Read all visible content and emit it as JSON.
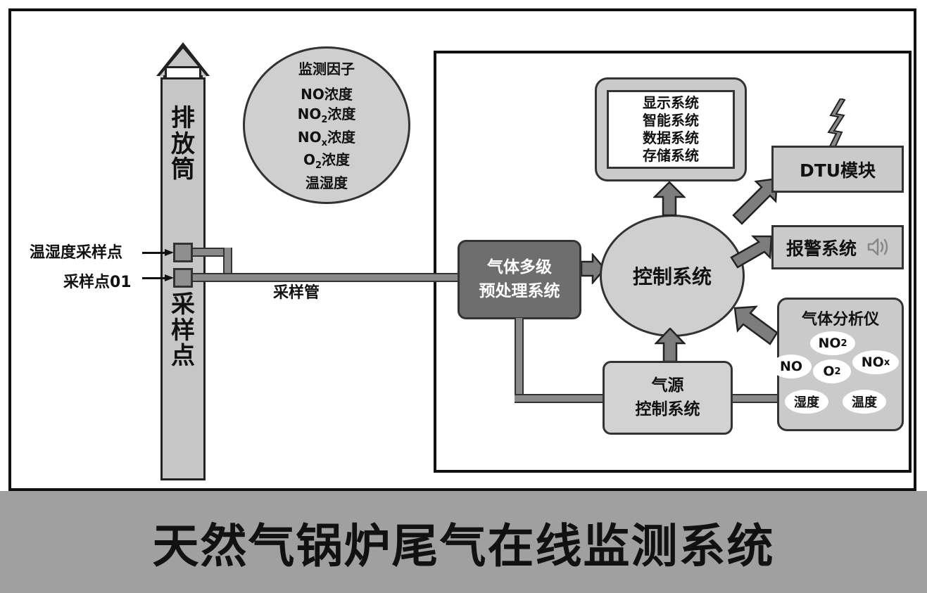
{
  "title": "天然气锅炉尾气在线监测系统",
  "stack": {
    "top_label": "排放筒",
    "bottom_label": "采样点",
    "sampling_labels": {
      "temp_humidity": "温湿度采样点",
      "point01": "采样点01"
    }
  },
  "pipes": {
    "sample_tube_label": "采样管"
  },
  "factors": {
    "title": "监测因子",
    "items": [
      "NO浓度",
      "NO2浓度",
      "NOx浓度",
      "O2浓度",
      "温湿度"
    ],
    "items_plain": {
      "no": "NO浓度",
      "no2_prefix": "NO",
      "no2_sub": "2",
      "no2_suffix": "浓度",
      "nox_prefix": "NO",
      "nox_sub": "x",
      "nox_suffix": "浓度",
      "o2_prefix": "O",
      "o2_sub": "2",
      "o2_suffix": "浓度",
      "th": "温湿度"
    }
  },
  "monitor": {
    "lines": [
      "显示系统",
      "智能系统",
      "数据系统",
      "存储系统"
    ]
  },
  "boxes": {
    "pretreatment": "气体多级\n预处理系统",
    "pretreatment_line1": "气体多级",
    "pretreatment_line2": "预处理系统",
    "control": "控制系统",
    "dtu": "DTU模块",
    "alarm": "报警系统",
    "gas_source_line1": "气源",
    "gas_source_line2": "控制系统"
  },
  "analyzer": {
    "title": "气体分析仪",
    "pills": {
      "no": "NO",
      "no2_prefix": "NO",
      "no2_sub": "2",
      "nox_prefix": "NO",
      "nox_sub": "x",
      "o2_prefix": "O",
      "o2_sub": "2",
      "humidity": "湿度",
      "temperature": "温度"
    }
  },
  "colors": {
    "band": "#a0a0a0",
    "light_gray": "#cacaca",
    "dark_gray": "#6e6e6e",
    "pipe": "#8a8a8a",
    "stroke": "#333333"
  }
}
